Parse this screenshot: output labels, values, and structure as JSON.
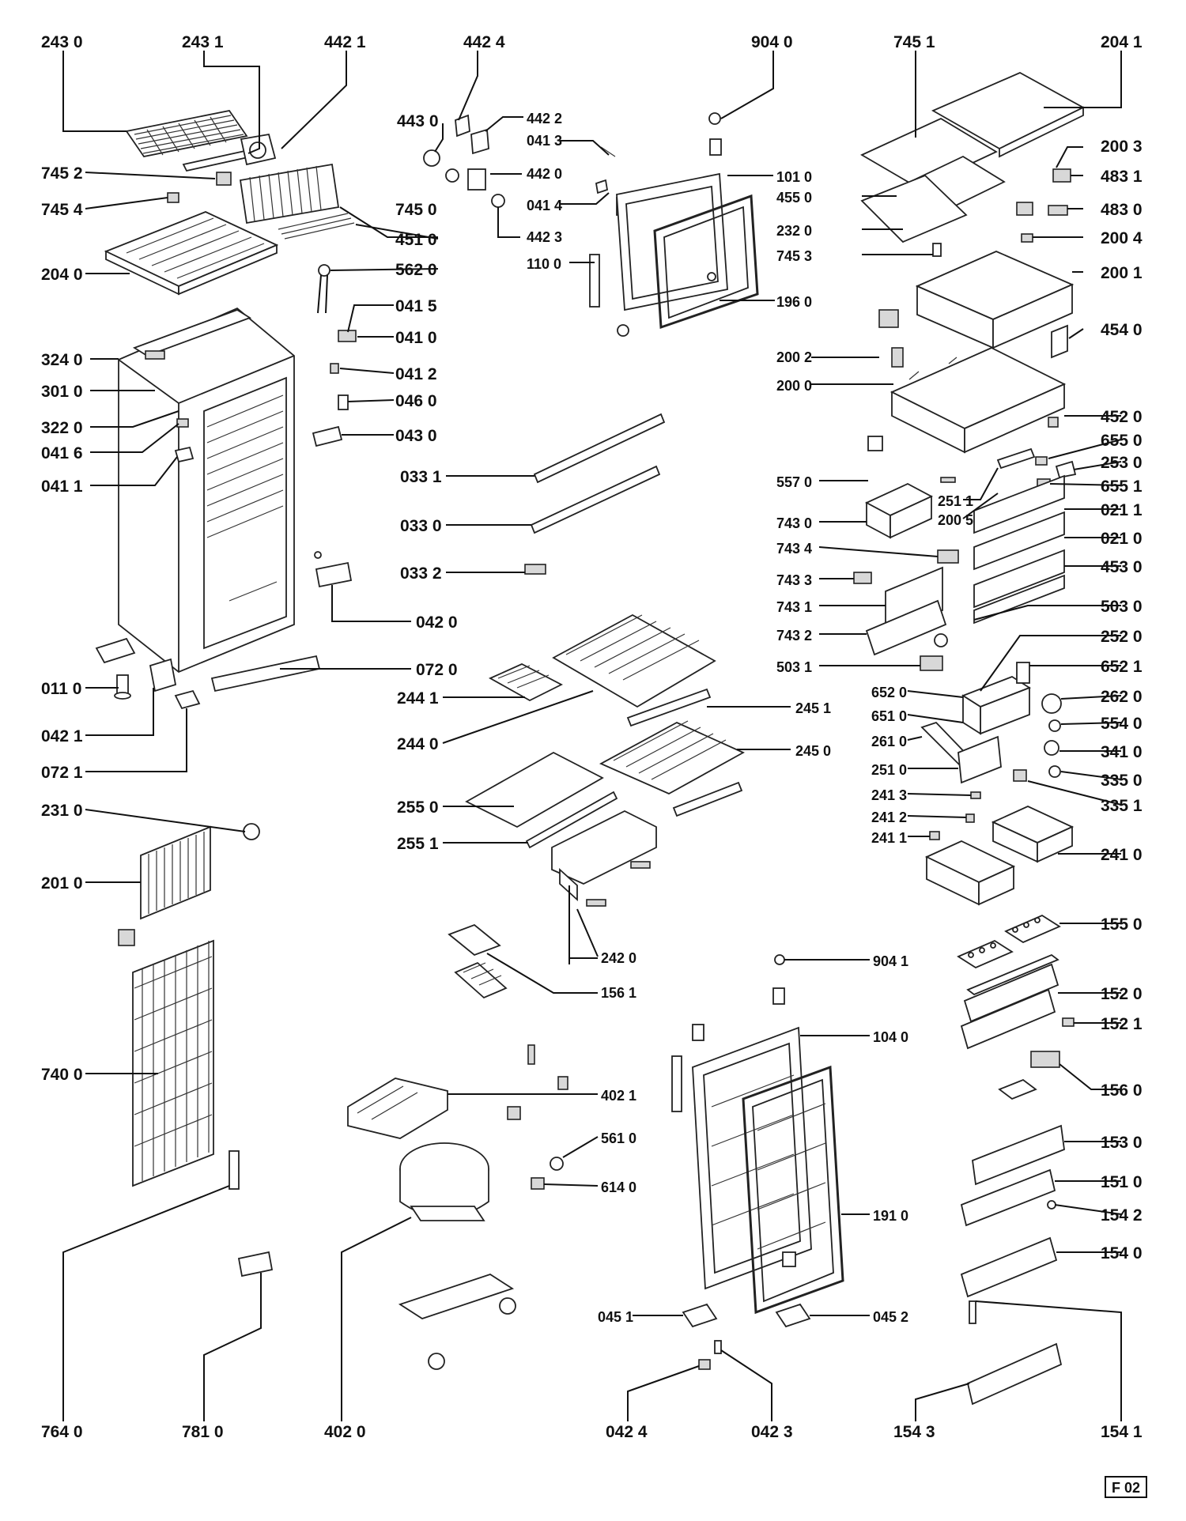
{
  "sheet_code": "F 02",
  "labels": {
    "l2430": "243 0",
    "l2431": "243 1",
    "l4421": "442 1",
    "l4424": "442 4",
    "l9040": "904 0",
    "l7451": "745 1",
    "l2041": "204 1",
    "l4430": "443 0",
    "l4422": "442 2",
    "l0413": "041 3",
    "l4420": "442 0",
    "l0414": "041 4",
    "l4423": "442 3",
    "l1100": "110 0",
    "l1010": "101 0",
    "l4550": "455 0",
    "l2320": "232 0",
    "l7453": "745 3",
    "l1960": "196 0",
    "l2003": "200 3",
    "l4831": "483 1",
    "l4830": "483 0",
    "l2004": "200 4",
    "l2001": "200 1",
    "l4540": "454 0",
    "l2002": "200 2",
    "l2000": "200 0",
    "l7452": "745 2",
    "l7454": "745 4",
    "l7450": "745 0",
    "l4510": "451 0",
    "l2040": "204 0",
    "l5620": "562 0",
    "l0415": "041 5",
    "l0410": "041 0",
    "l3240": "324 0",
    "l3010": "301 0",
    "l0412": "041 2",
    "l0460": "046 0",
    "l3220": "322 0",
    "l0416": "041 6",
    "l0430": "043 0",
    "l0411": "041 1",
    "l0331": "033 1",
    "l0330": "033 0",
    "l0332": "033 2",
    "l0420": "042 0",
    "l0110": "011 0",
    "l0720": "072 0",
    "l0421": "042 1",
    "l0721": "072 1",
    "l4520": "452 0",
    "l6550": "655 0",
    "l2530": "253 0",
    "l5570": "557 0",
    "l2511": "251 1",
    "l6551": "655 1",
    "l2005": "200 5",
    "l0211": "021 1",
    "l7430": "743 0",
    "l0210": "021 0",
    "l7434": "743 4",
    "l4530": "453 0",
    "l7433": "743 3",
    "l7431": "743 1",
    "l5030": "503 0",
    "l7432": "743 2",
    "l2520": "252 0",
    "l5031": "503 1",
    "l6521": "652 1",
    "l2441": "244 1",
    "l2440": "244 0",
    "l2451": "245 1",
    "l2450": "245 0",
    "l6520": "652 0",
    "l2620": "262 0",
    "l6510": "651 0",
    "l5540": "554 0",
    "l2610": "261 0",
    "l3410": "341 0",
    "l2510": "251 0",
    "l3350": "335 0",
    "l2413": "241 3",
    "l3351": "335 1",
    "l2412": "241 2",
    "l2411": "241 1",
    "l2410": "241 0",
    "l2550": "255 0",
    "l2551": "255 1",
    "l2310": "231 0",
    "l2010": "201 0",
    "l2420": "242 0",
    "l1561": "156 1",
    "l1550": "155 0",
    "l9041": "904 1",
    "l1520": "152 0",
    "l1521": "152 1",
    "l1040": "104 0",
    "l7400": "740 0",
    "l4021": "402 1",
    "l1560": "156 0",
    "l5610": "561 0",
    "l1530": "153 0",
    "l6140": "614 0",
    "l1510": "151 0",
    "l1910": "191 0",
    "l1542": "154 2",
    "l1540": "154 0",
    "l0451": "045 1",
    "l0452": "045 2",
    "l7640": "764 0",
    "l7810": "781 0",
    "l4020": "402 0",
    "l0424": "042 4",
    "l0423": "042 3",
    "l1543": "154 3",
    "l1541": "154 1"
  }
}
